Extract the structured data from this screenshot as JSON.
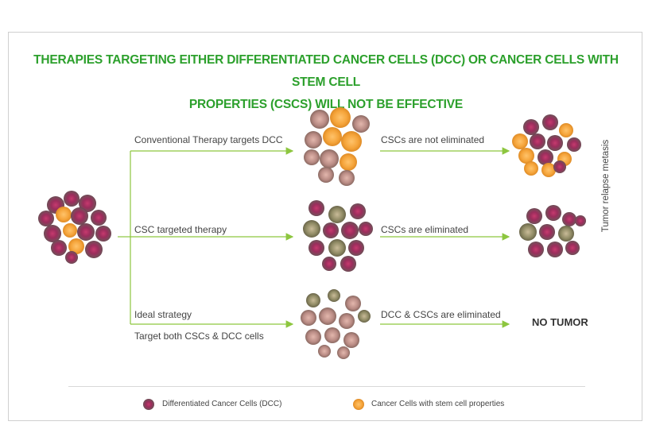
{
  "title": {
    "line1": "THERAPIES TARGETING EITHER DIFFERENTIATED CANCER CELLS (DCC) OR CANCER CELLS WITH STEM CELL",
    "line2": "PROPERTIES (CSCS) WILL NOT BE EFFECTIVE"
  },
  "branches": [
    {
      "therapy": "Conventional Therapy targets DCC",
      "outcome": "CSCs are not eliminated"
    },
    {
      "therapy": "CSC targeted therapy",
      "outcome": "CSCs are eliminated"
    },
    {
      "therapy_line1": "Ideal strategy",
      "therapy_line2": "Target both CSCs & DCC cells",
      "outcome": "DCC & CSCs are eliminated",
      "result": "NO TUMOR"
    }
  ],
  "side_note": "Tumor relapse metasis",
  "legend": {
    "dcc": "Differentiated Cancer Cells (DCC)",
    "csc": "Cancer Cells with stem cell properties"
  },
  "colors": {
    "title": "#2ca02c",
    "arrow": "#8dc63f",
    "dcc": "#9b2d5c",
    "csc": "#f5a43a"
  }
}
